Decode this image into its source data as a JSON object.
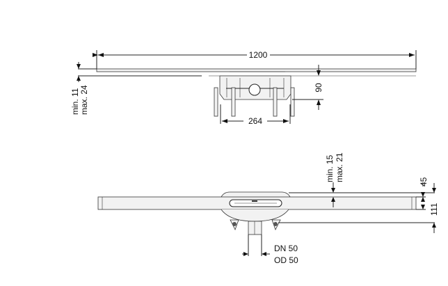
{
  "top_view": {
    "length_label": "1200",
    "width_label": "264",
    "height_label": "90",
    "floor_min_label": "min. 11",
    "floor_max_label": "max. 24"
  },
  "side_view": {
    "floor_min_label": "min. 15",
    "floor_max_label": "max. 21",
    "frame_height_label": "45",
    "total_height_label": "111",
    "outlet_dn_label": "DN 50",
    "outlet_od_label": "OD 50"
  }
}
